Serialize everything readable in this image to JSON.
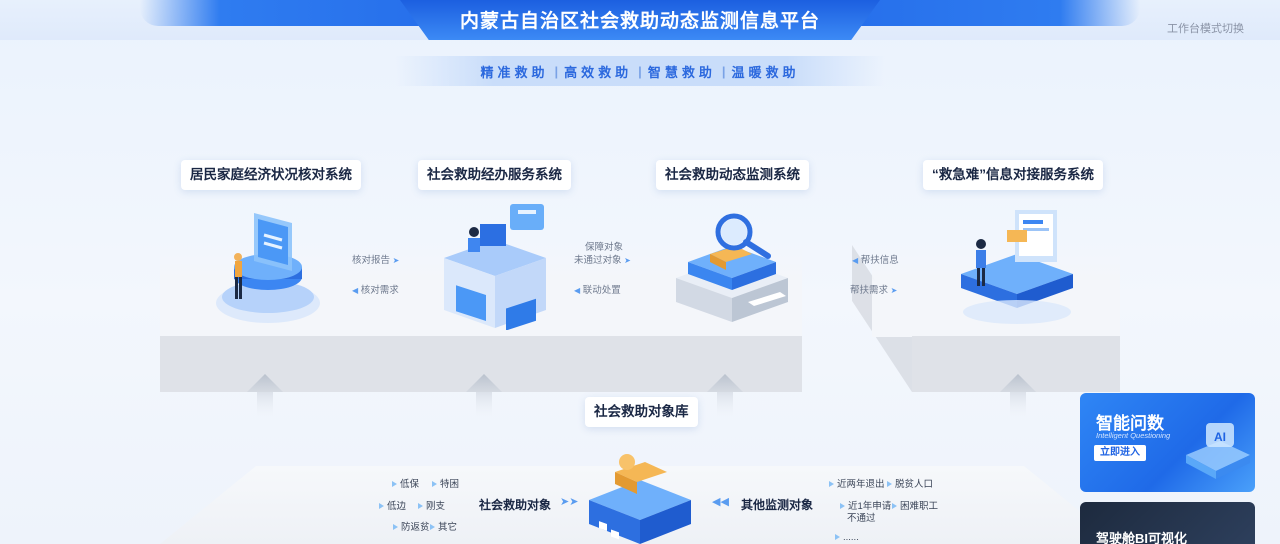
{
  "header": {
    "title": "内蒙古自治区社会救助动态监测信息平台",
    "mode_switch": "工作台模式切换"
  },
  "slogan": [
    "精准救助",
    "高效救助",
    "智慧救助",
    "温暖救助"
  ],
  "systems": [
    {
      "label": "居民家庭经济状况核对系统"
    },
    {
      "label": "社会救助经办服务系统"
    },
    {
      "label": "社会救助动态监测系统"
    },
    {
      "label": "“救急难”信息对接服务系统"
    }
  ],
  "connectors": {
    "c1_a": "核对报告",
    "c1_b": "核对需求",
    "c2_a1": "保障对象",
    "c2_a2": "未通过对象",
    "c2_b": "联动处置",
    "c3_a": "帮扶信息",
    "c3_b": "帮扶需求"
  },
  "database": {
    "label": "社会救助对象库"
  },
  "left_group": {
    "label": "社会救助对象",
    "tags": [
      "低保",
      "特困",
      "低边",
      "刚支",
      "防返贫",
      "其它"
    ]
  },
  "right_group": {
    "label": "其他监测对象",
    "tags": [
      "近两年退出",
      "脱贫人口",
      "近1年申请",
      "不通过",
      "困难职工",
      "......"
    ]
  },
  "cards": {
    "ai": {
      "title": "智能问数",
      "subtitle": "Intelligent Questioning",
      "button": "立即进入",
      "badge": "AI"
    },
    "bi": {
      "title": "驾驶舱BI可视化"
    }
  },
  "colors": {
    "primary": "#1e63e6",
    "accent": "#3c8af5",
    "platform": "#dfe2e8"
  }
}
